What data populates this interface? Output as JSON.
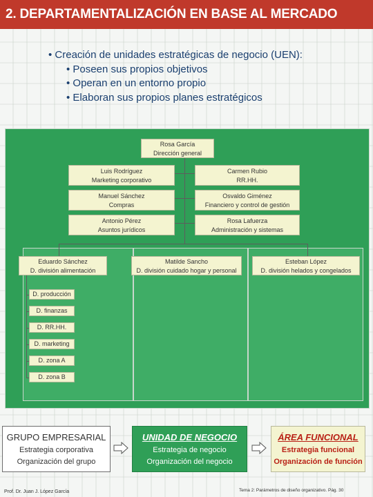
{
  "title": "2. DEPARTAMENTALIZACIÓN EN BASE AL MERCADO",
  "bullets": {
    "main": "• Creación de unidades estratégicas de negocio (UEN):",
    "subs": [
      "• Poseen sus propios objetivos",
      "• Operan en un entorno propio",
      "• Elaboran sus propios planes estratégicos"
    ]
  },
  "org": {
    "top": {
      "name": "Rosa García",
      "role": "Dirección general"
    },
    "left_staff": [
      {
        "name": "Luis Rodríguez",
        "role": "Marketing corporativo"
      },
      {
        "name": "Manuel Sánchez",
        "role": "Compras"
      },
      {
        "name": "Antonio Pérez",
        "role": "Asuntos jurídicos"
      }
    ],
    "right_staff": [
      {
        "name": "Carmen Rubio",
        "role": "RR.HH."
      },
      {
        "name": "Osvaldo Giménez",
        "role": "Financiero y control de gestión"
      },
      {
        "name": "Rosa Lafuerza",
        "role": "Administración y sistemas"
      }
    ],
    "divisions": [
      {
        "name": "Eduardo Sánchez",
        "role": "D. división alimentación"
      },
      {
        "name": "Matilde Sancho",
        "role": "D. división cuidado hogar y personal"
      },
      {
        "name": "Esteban López",
        "role": "D. división helados y congelados"
      }
    ],
    "sub_departments": [
      "D. producción",
      "D. finanzas",
      "D. RR.HH.",
      "D. marketing",
      "D. zona A",
      "D. zona B"
    ]
  },
  "levels": [
    {
      "title": "GRUPO EMPRESARIAL",
      "line1": "Estrategia corporativa",
      "line2": "Organización del grupo"
    },
    {
      "title": "UNIDAD DE NEGOCIO",
      "line1": "Estrategia de negocio",
      "line2": "Organización del negocio"
    },
    {
      "title": "ÁREA FUNCIONAL",
      "line1": "Estrategia funcional",
      "line2": "Organización de función"
    }
  ],
  "footer": {
    "author": "Prof. Dr. Juan J. López García",
    "page": "Tema 2: Parámetros de diseño organizativo. Pág. 30"
  },
  "colors": {
    "title_bar": "#c0392b",
    "green": "#2f9f57",
    "box": "#f4f4d0",
    "text_blue": "#1a3f6f",
    "red_text": "#b81f14"
  }
}
